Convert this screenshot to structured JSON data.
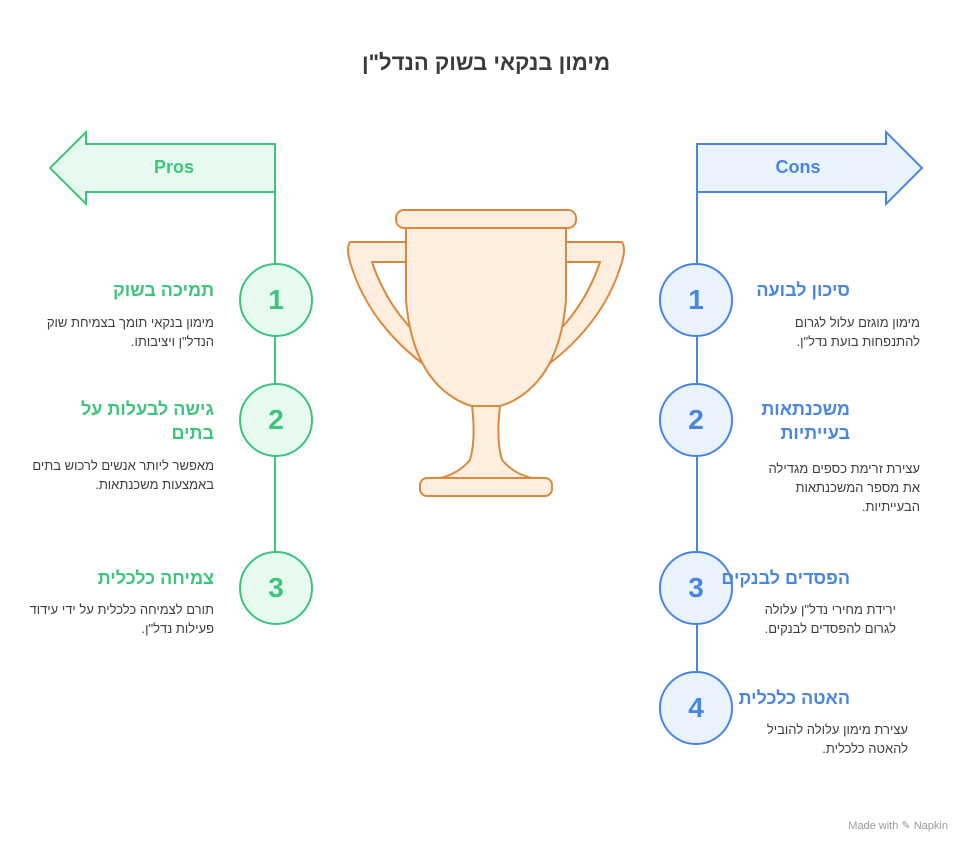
{
  "title": "מימון בנקאי בשוק הנדל\"ן",
  "pros": {
    "label": "Pros",
    "items": [
      {
        "num": "1",
        "heading": "תמיכה בשוק",
        "desc": "מימון בנקאי תומך בצמיחת שוק הנדל\"ן ויציבותו."
      },
      {
        "num": "2",
        "heading": "גישה לבעלות על בתים",
        "desc": "מאפשר ליותר אנשים לרכוש בתים באמצעות משכנתאות."
      },
      {
        "num": "3",
        "heading": "צמיחה כלכלית",
        "desc": "תורם לצמיחה כלכלית על ידי עידוד פעילות נדל\"ן."
      }
    ]
  },
  "cons": {
    "label": "Cons",
    "items": [
      {
        "num": "1",
        "heading": "סיכון לבועה",
        "desc": "מימון מוגזם עלול לגרום להתנפחות בועת נדל\"ן."
      },
      {
        "num": "2",
        "heading": "משכנתאות בעייתיות",
        "desc": "עצירת זרימת כספים מגדילה את מספר המשכנתאות הבעייתיות."
      },
      {
        "num": "3",
        "heading": "הפסדים לבנקים",
        "desc": "ירידת מחירי נדל\"ן עלולה לגרום להפסדים לבנקים."
      },
      {
        "num": "4",
        "heading": "האטה כלכלית",
        "desc": "עצירת מימון עלולה להוביל להאטה כלכלית."
      }
    ]
  },
  "footer": "Made with ✎ Napkin",
  "colors": {
    "pro": "#3ec47c",
    "con": "#4a86de",
    "trophy": "#d98a3c"
  },
  "center_icon": "trophy-icon"
}
